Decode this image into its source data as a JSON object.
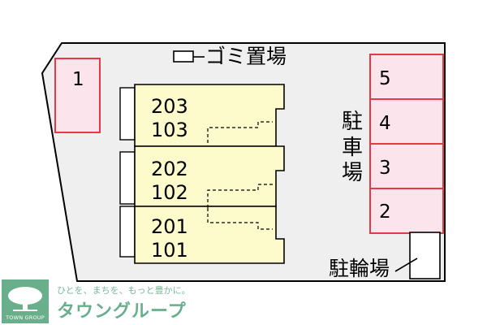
{
  "site": {
    "garbage_label": "ゴミ置場",
    "parking_label_chars": [
      "駐",
      "車",
      "場"
    ],
    "bicycle_label": "駐輪場"
  },
  "parking_spaces": [
    "5",
    "4",
    "3",
    "2"
  ],
  "extra_space": "1",
  "buildings": [
    {
      "upper": "203",
      "lower": "103"
    },
    {
      "upper": "202",
      "lower": "102"
    },
    {
      "upper": "201",
      "lower": "101"
    }
  ],
  "logo": {
    "tagline": "ひとを、まちを、もっと豊かに。",
    "name": "タウングループ",
    "caption": "TOWN GROUP"
  },
  "colors": {
    "parking_fill": "#fce4ec",
    "parking_stroke": "#e53946",
    "unit_fill": "#fdfbcc",
    "site_fill": "#efefef",
    "logo_green": "#6aaf8c"
  }
}
